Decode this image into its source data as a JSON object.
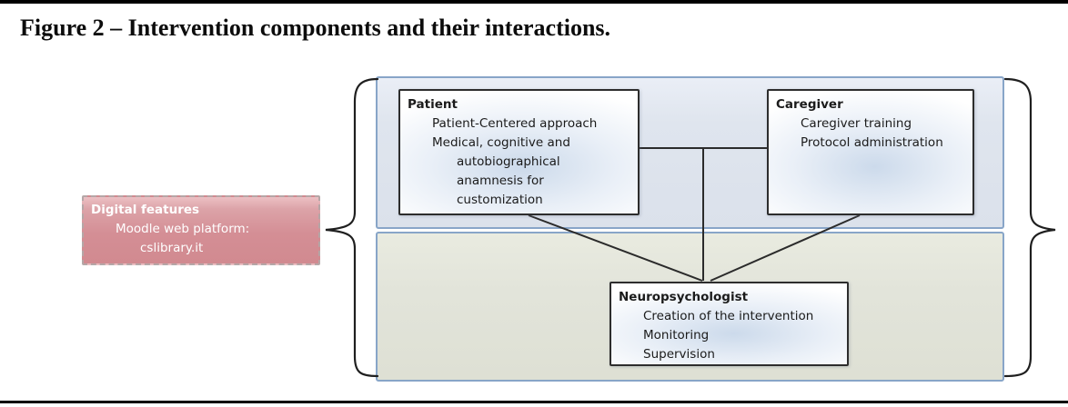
{
  "figure": {
    "title": "Figure 2 – Intervention components and their interactions."
  },
  "digital_features": {
    "title": "Digital features",
    "lines": [
      "Moodle web platform:",
      "cslibrary.it"
    ]
  },
  "diagram": {
    "patient": {
      "title": "Patient",
      "lines": [
        "Patient-Centered approach",
        "Medical, cognitive and",
        "autobiographical",
        "anamnesis for",
        "customization"
      ]
    },
    "caregiver": {
      "title": "Caregiver",
      "lines": [
        "Caregiver training",
        "Protocol administration"
      ]
    },
    "neuropsychologist": {
      "title": "Neuropsychologist",
      "lines": [
        "Creation of the intervention",
        "Monitoring",
        "Supervision"
      ]
    }
  },
  "colors": {
    "panel_top_bg": "#dfe5ee",
    "panel_bottom_bg": "#e2e4da",
    "panel_border": "#88a5c8",
    "node_border": "#2d2d2d",
    "node_glow": "#ccdaeb",
    "digital_box_bg": "#d48e95",
    "digital_box_text": "#ffffff",
    "connector": "#2b2b2b",
    "brace": "#1f1f1f",
    "rule": "#000000"
  }
}
